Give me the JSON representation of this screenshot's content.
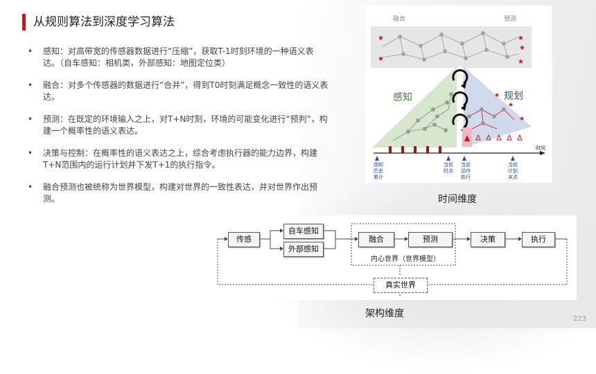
{
  "title": "从规则算法到深度学习算法",
  "bullets": [
    "感知：对高带宽的传感器数据进行“压缩”，获取T-1时刻环境的一种语义表达。（自车感知：相机类，外部感知：地图定位类）",
    "融合：对多个传感器的数据进行“合并”，得到T0时刻满足概念一致性的语义表达。",
    "预测：在既定的环境输入之上，对T+N时刻，环境的可能变化进行“预判”，构建一个概率性的语义表达。",
    "决策与控制：在概率性的语义表达之上，综合考虑执行器的能力边界，构建T+N范围内的运行计划并下发T+1的执行指令。",
    "融合预测也被统称为世界模型，构建对世界的一致性表达，并对世界作出预测。"
  ],
  "time_diagram": {
    "top_left_label": "融合",
    "top_right_label": "预测",
    "perception_label": "感知",
    "planning_label": "规划",
    "axis_label": "时间",
    "ticks": [
      {
        "lines": [
          "感知",
          "历史",
          "累计"
        ]
      },
      {
        "lines": [
          "当前",
          "时点"
        ]
      },
      {
        "lines": [
          "当前",
          "动作",
          "执行"
        ]
      },
      {
        "lines": [
          "当前",
          "计划",
          "末点"
        ]
      }
    ],
    "caption": "时间维度"
  },
  "arch_diagram": {
    "sensor": "传感",
    "ego_perception": "自车感知",
    "external_perception": "外部感知",
    "fusion": "融合",
    "prediction": "预测",
    "inner_world": "内心世界（世界模型）",
    "decision": "决策",
    "execution": "执行",
    "real_world": "真实世界",
    "caption": "架构维度"
  },
  "page_number": "223",
  "colors": {
    "accent": "#c8161d",
    "perception_green": "#cfe3c4",
    "planning_blue": "#c9d3ea",
    "star_red": "#c8161d"
  }
}
